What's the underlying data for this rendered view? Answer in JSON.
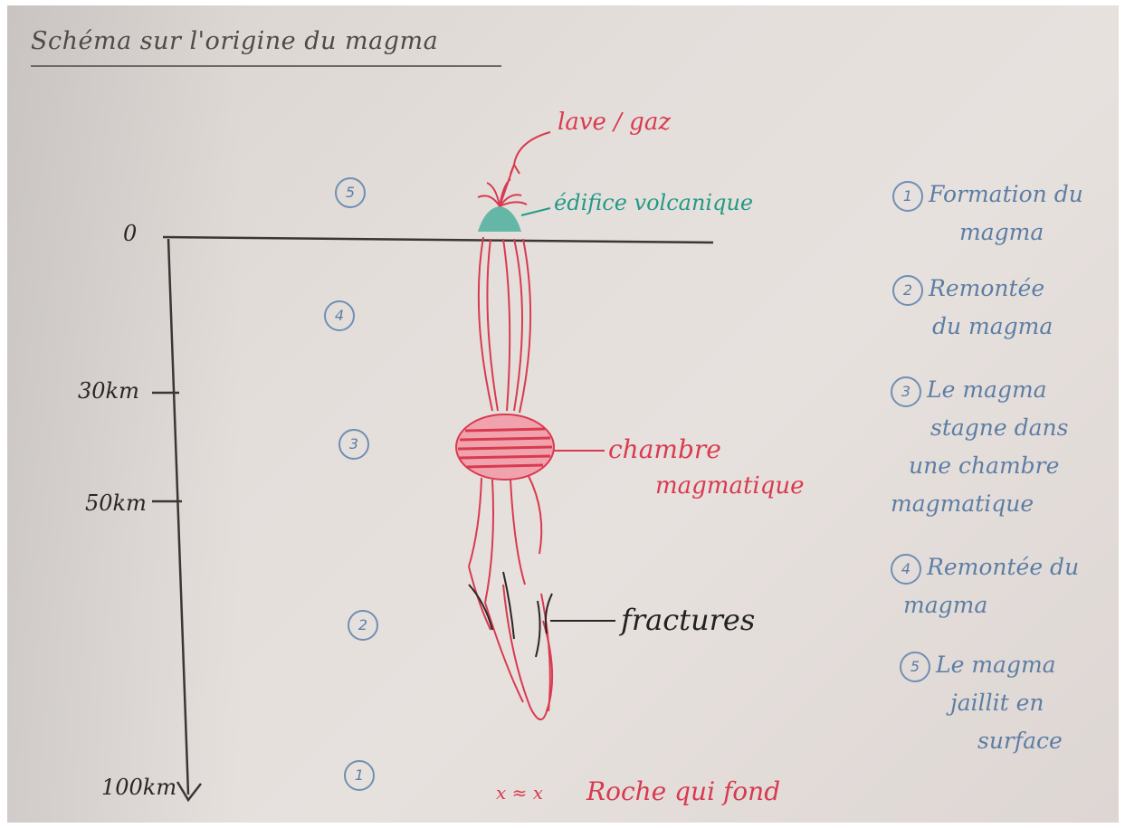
{
  "title": "Schéma sur l'origine du magma",
  "depth_labels": {
    "d0": "0",
    "d30": "30km",
    "d50": "50km",
    "d100": "100km"
  },
  "stage_markers": [
    "5",
    "4",
    "3",
    "2",
    "1"
  ],
  "annotations": {
    "lave": "lave / gaz",
    "edifice": "édifice volcanique",
    "chambre_1": "chambre",
    "chambre_2": "magmatique",
    "fractures": "fractures",
    "roche": "Roche qui fond",
    "roche_symbol": "x ≈ x"
  },
  "legend": [
    {
      "num": "1",
      "lines": [
        "Formation du",
        "magma"
      ]
    },
    {
      "num": "2",
      "lines": [
        "Remontée",
        "du magma"
      ]
    },
    {
      "num": "3",
      "lines": [
        "Le magma",
        "stagne dans",
        "une chambre",
        "magmatique"
      ]
    },
    {
      "num": "4",
      "lines": [
        "Remontée du",
        "magma"
      ]
    },
    {
      "num": "5",
      "lines": [
        "Le magma",
        "jaillit en",
        "surface"
      ]
    }
  ],
  "colors": {
    "red": "#d93a4f",
    "teal": "#239a86",
    "blue": "#5d7ea4",
    "black": "#222222"
  }
}
